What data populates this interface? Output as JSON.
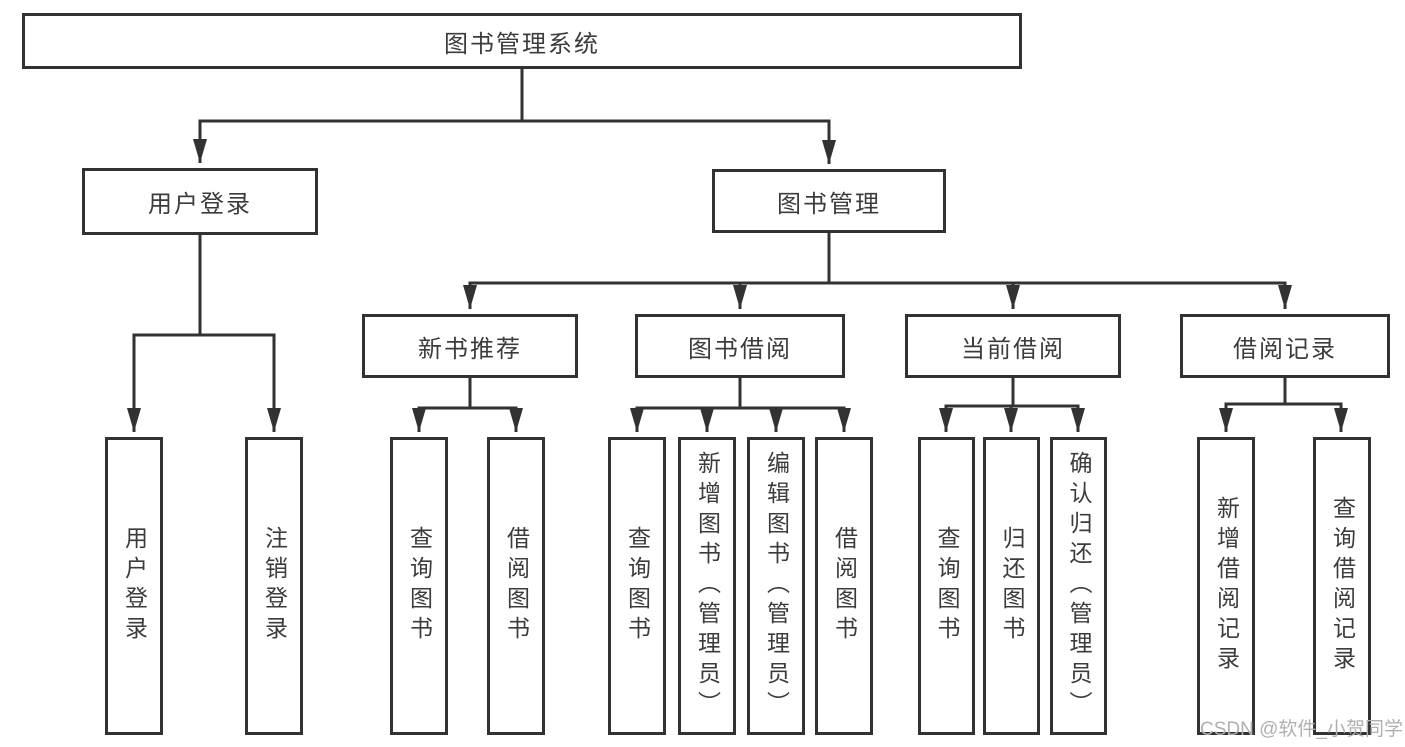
{
  "diagram": {
    "title": "图书管理系统",
    "type": "tree-structure-chart",
    "colors": {
      "line": "#323232",
      "text": "#3c3c3c",
      "watermark": "#b0b0b0",
      "box_bg": "#ffffff",
      "canvas_bg": "#ffffff"
    },
    "nodes": {
      "root": "图书管理系统",
      "user_login": "用户登录",
      "book_management": "图书管理",
      "new_book_recommend": "新书推荐",
      "book_borrow": "图书借阅",
      "current_borrow": "当前借阅",
      "borrow_records": "借阅记录",
      "ul_user_login": "用户登录",
      "ul_logout": "注销登录",
      "nb_query_books": "查询图书",
      "nb_borrow_books": "借阅图书",
      "bb_query_books": "查询图书",
      "bb_add_books": "新增图书（管理员）",
      "bb_edit_books": "编辑图书（管理员）",
      "bb_borrow_books": "借阅图书",
      "cb_query_books": "查询图书",
      "cb_return_books": "归还图书",
      "cb_confirm_return": "确认归还（管理员）",
      "br_add_record": "新增借阅记录",
      "br_query_record": "查询借阅记录"
    },
    "tree": {
      "图书管理系统": {
        "用户登录": [
          "用户登录",
          "注销登录"
        ],
        "图书管理": {
          "新书推荐": [
            "查询图书",
            "借阅图书"
          ],
          "图书借阅": [
            "查询图书",
            "新增图书（管理员）",
            "编辑图书（管理员）",
            "借阅图书"
          ],
          "当前借阅": [
            "查询图书",
            "归还图书",
            "确认归还（管理员）"
          ],
          "借阅记录": [
            "新增借阅记录",
            "查询借阅记录"
          ]
        }
      }
    },
    "watermark": "CSDN @软件_小贺同学"
  }
}
